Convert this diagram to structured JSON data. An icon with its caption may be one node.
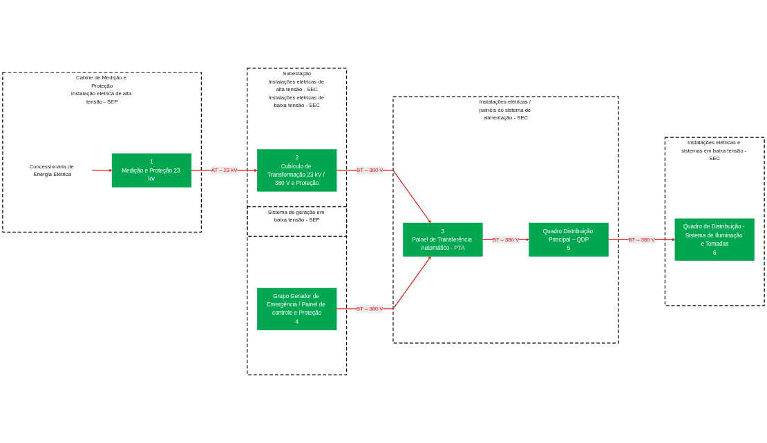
{
  "diagram": {
    "nodes": [
      {
        "text": [
          "Cabine de Medição e Proteção",
          "Instalação elétrica de alta tensão - SEP"
        ]
      },
      {
        "text": [
          "Concessionária de Energia Elétrica"
        ],
        "in": 0
      },
      {
        "text": [
          "1",
          "Medição e Proteção 23 kV"
        ],
        "in": 0
      },
      {
        "text": [
          "Subestação",
          "Instalações elétricas de alta tensão - SEC",
          "Instalações elétricas de baixa tensão - SEC"
        ]
      },
      {
        "text": [
          "2",
          "Cubículo de Transformação 23 kV / 380 V e Proteção"
        ],
        "in": 3
      },
      {
        "text": [
          "Sistema de geração em baixa tensão - SEP"
        ]
      },
      {
        "text": [
          "Grupo Gerador de Emergência / Painel de controle e Proteção",
          "4"
        ],
        "in": 5
      },
      {
        "text": [
          "Instalações elétricas / painéis do sistema de alimentação - SEC"
        ]
      },
      {
        "text": [
          "3",
          "Painel de Transferência Automático - PTA"
        ],
        "in": 7
      },
      {
        "text": [
          "Quadro Distribuição Principal – QDP",
          "5"
        ],
        "in": 7
      },
      {
        "text": [
          "Instalações elétricas e sistemas em baixa tensão - SEC"
        ]
      },
      {
        "text": [
          "Quadro de Distribuição - Sistema de Iluminação e Tomadas",
          "6"
        ],
        "in": 10
      }
    ],
    "edges": [
      {
        "from": 1,
        "to": 2,
        "arrow": "to"
      },
      {
        "from": 2,
        "to": 4,
        "arrow": "to",
        "label": "AT – 23 kV"
      },
      {
        "from": 4,
        "to": 8,
        "arrow": "to",
        "label": "BT – 380 V"
      },
      {
        "from": 6,
        "to": 8,
        "arrow": "to",
        "label": "BT – 380 V"
      },
      {
        "from": 8,
        "to": 9,
        "arrow": "to",
        "label": "BT – 380 V"
      },
      {
        "from": 9,
        "to": 11,
        "arrow": "to",
        "label": "BT – 380 V"
      }
    ]
  }
}
